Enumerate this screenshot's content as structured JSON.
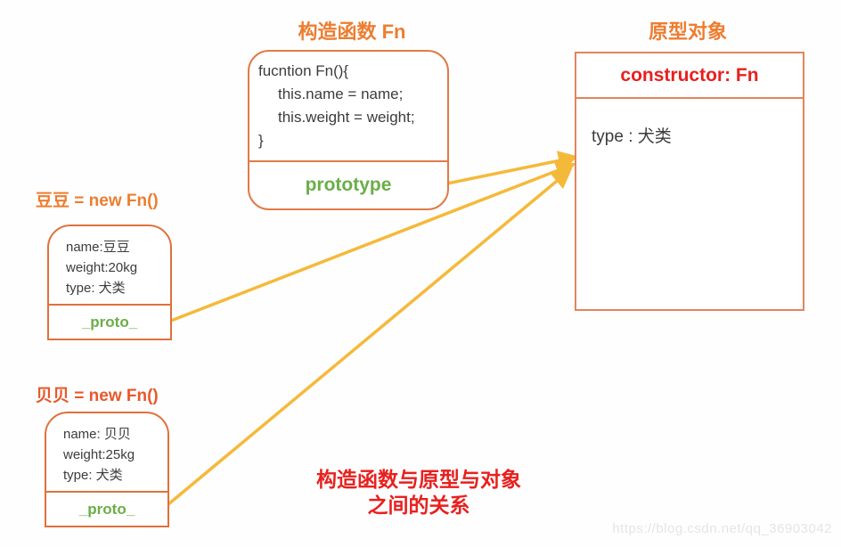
{
  "titles": {
    "constructor_section": "构造函数 Fn",
    "prototype_section": "原型对象"
  },
  "constructor_box": {
    "code_line1": "fucntion Fn(){",
    "code_line2": "this.name = name;",
    "code_line3": "this.weight = weight;",
    "code_line4": "}",
    "prototype_label": "prototype"
  },
  "prototype_box": {
    "header": "constructor: Fn",
    "property": "type : 犬类"
  },
  "instance_doudou": {
    "title": "豆豆 = new Fn()",
    "prop1": "name:豆豆",
    "prop2": "weight:20kg",
    "prop3": "type: 犬类",
    "proto_label": "_proto_"
  },
  "instance_beibei": {
    "title": "贝贝 = new Fn()",
    "prop1": "name: 贝贝",
    "prop2": "weight:25kg",
    "prop3": "type: 犬类",
    "proto_label": "_proto_"
  },
  "caption": {
    "line1": "构造函数与原型与对象",
    "line2": "之间的关系"
  },
  "watermark": "https://blog.csdn.net/qq_36903042",
  "colors": {
    "title_orange": "#ED7D31",
    "title_orange_red": "#E8582B",
    "border_orange": "#E07B47",
    "red": "#E8201E",
    "green": "#6BAE48",
    "arrow_gold": "#F5B93A",
    "code_text": "#3C3C3C"
  }
}
